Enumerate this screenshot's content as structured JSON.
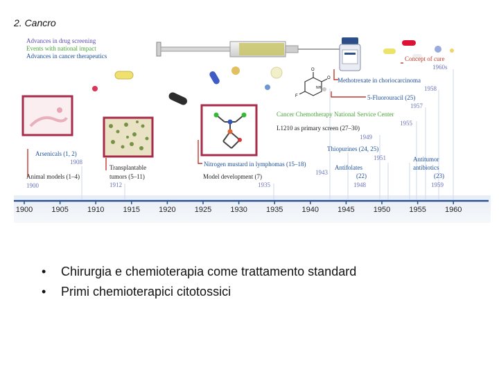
{
  "slide": {
    "title": "2. Cancro"
  },
  "colors": {
    "screening": "#5a4ab5",
    "national": "#4aa53a",
    "therapeutics": "#1b4f9a",
    "red_line": "#c0392b",
    "year": "#6a74b8"
  },
  "legend": [
    {
      "text": "Advances in drug screening",
      "color": "#5a4ab5"
    },
    {
      "text": "Events with national impact",
      "color": "#4aa53a"
    },
    {
      "text": "Advances in cancer therapeutics",
      "color": "#1b4f9a"
    }
  ],
  "axis": {
    "ticks": [
      "1900",
      "1905",
      "1910",
      "1915",
      "1920",
      "1925",
      "1930",
      "1935",
      "1940",
      "1945",
      "1950",
      "1955",
      "1960"
    ]
  },
  "events": [
    {
      "id": "concept-of-cure",
      "label": "Concept of cure",
      "year": "1960s"
    },
    {
      "id": "methotrexate",
      "label": "Methotrexate in choriocarcinoma",
      "year": "1958"
    },
    {
      "id": "fluorouracil",
      "label": "5-Fluorouracil (25)",
      "year": "1957"
    },
    {
      "id": "ccnsc",
      "label": "Cancer Chemotherapy National Service Center",
      "year": "1955"
    },
    {
      "id": "l1210",
      "label": "L1210 as primary screen (27–30)",
      "year": "1949"
    },
    {
      "id": "thiopurines",
      "label": "Thiopurines (24, 25)",
      "year": "1951"
    },
    {
      "id": "nitrogen-mustard",
      "label": "Nitrogen mustard in lymphomas (15–18)",
      "year": "1943"
    },
    {
      "id": "model-development",
      "label": "Model development (7)",
      "year": "1935"
    },
    {
      "id": "antifolates",
      "label_lines": [
        "Antifolates",
        "(22)"
      ],
      "year": "1948"
    },
    {
      "id": "antitumor",
      "label_lines": [
        "Antitumor",
        "antibiotics",
        "(23)"
      ],
      "year": "1959"
    },
    {
      "id": "arsenicals",
      "label": "Arsenicals (1, 2)",
      "year": "1908"
    },
    {
      "id": "animal-models",
      "label": "Animal models (1–4)",
      "year": "1900"
    },
    {
      "id": "transplantable",
      "label_lines": [
        "Transplantable",
        "tumors (5–11)"
      ],
      "year": "1912"
    }
  ],
  "bullets": [
    "Chirurgia e chemioterapia come trattamento standard",
    "Primi chemioterapici citotossici"
  ]
}
